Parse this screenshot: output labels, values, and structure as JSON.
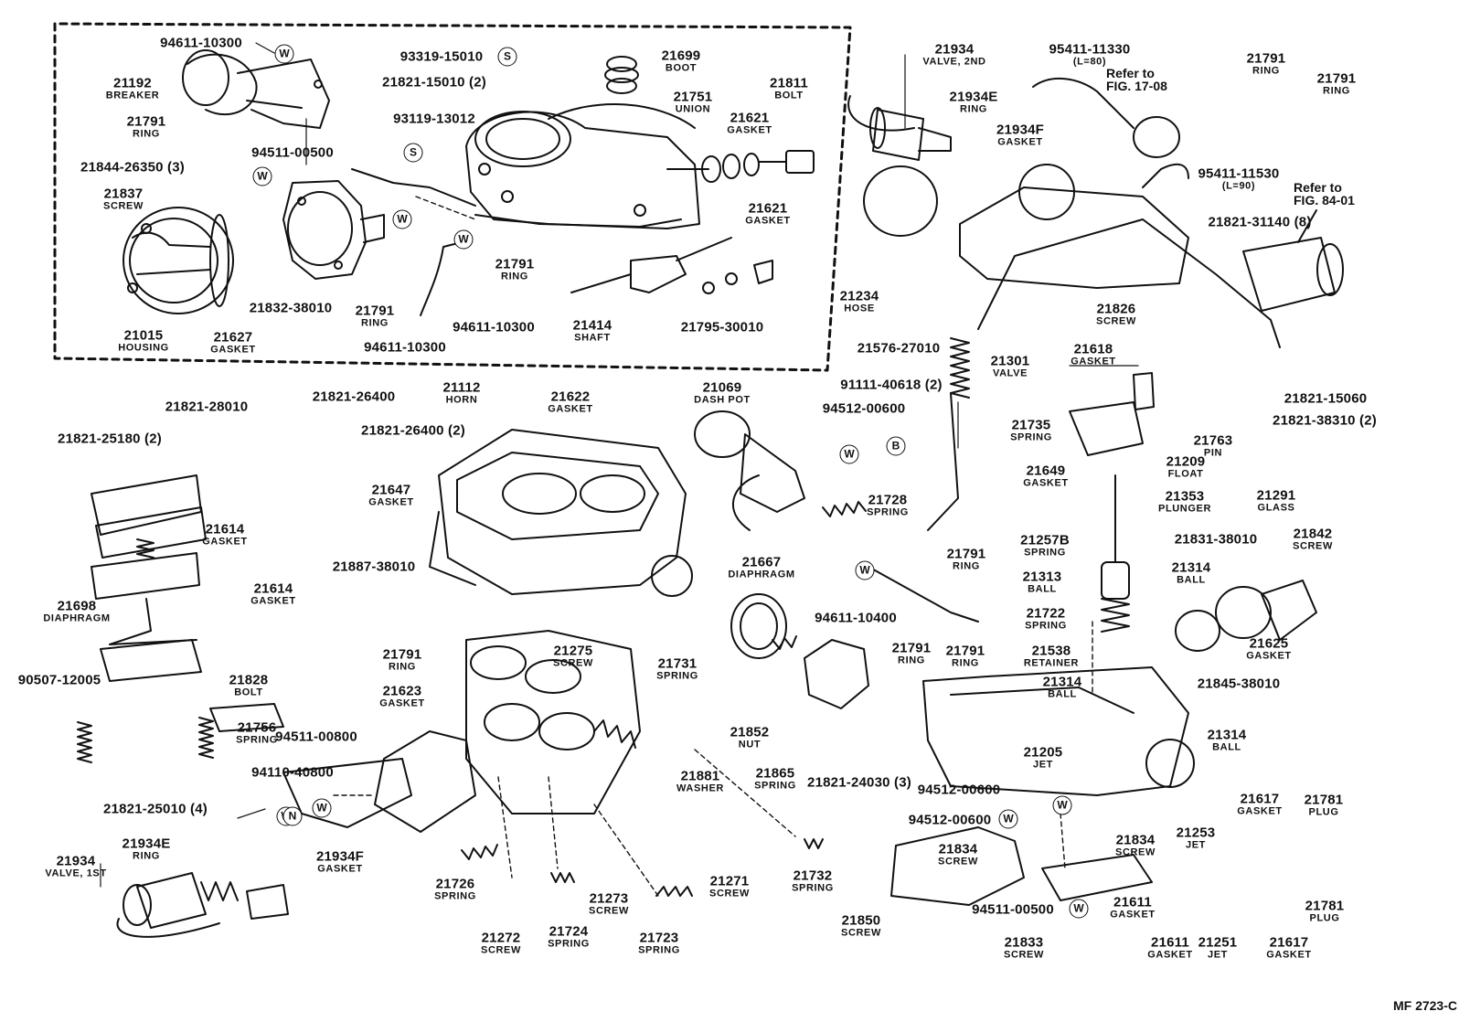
{
  "figure_code": "MF 2723-C",
  "refs": [
    {
      "id": "ref1",
      "text1": "Refer to",
      "text2": "FIG. 17-08"
    },
    {
      "id": "ref2",
      "text1": "Refer to",
      "text2": "FIG. 84-01"
    }
  ],
  "marks": [
    "W",
    "S",
    "S",
    "W",
    "W",
    "W",
    "W",
    "W",
    "B",
    "W",
    "W",
    "W",
    "W",
    "W",
    "N"
  ],
  "labels": [
    {
      "n": "94611-10300",
      "t": ""
    },
    {
      "n": "21192",
      "t": "BREAKER"
    },
    {
      "n": "21791",
      "t": "RING"
    },
    {
      "n": "94511-00500",
      "t": ""
    },
    {
      "n": "21844-26350 (3)",
      "t": ""
    },
    {
      "n": "21837",
      "t": "SCREW"
    },
    {
      "n": "21832-38010",
      "t": ""
    },
    {
      "n": "21015",
      "t": "HOUSING"
    },
    {
      "n": "21627",
      "t": "GASKET"
    },
    {
      "n": "21791",
      "t": "RING"
    },
    {
      "n": "94611-10300",
      "t": ""
    },
    {
      "n": "93319-15010",
      "t": ""
    },
    {
      "n": "21821-15010 (2)",
      "t": ""
    },
    {
      "n": "93119-13012",
      "t": ""
    },
    {
      "n": "21699",
      "t": "BOOT"
    },
    {
      "n": "21751",
      "t": "UNION"
    },
    {
      "n": "21811",
      "t": "BOLT"
    },
    {
      "n": "21621",
      "t": "GASKET"
    },
    {
      "n": "21621",
      "t": "GASKET"
    },
    {
      "n": "21791",
      "t": "RING"
    },
    {
      "n": "94611-10300",
      "t": ""
    },
    {
      "n": "21414",
      "t": "SHAFT"
    },
    {
      "n": "21795-30010",
      "t": ""
    },
    {
      "n": "21112",
      "t": "HORN"
    },
    {
      "n": "21934",
      "t": "VALVE, 2ND"
    },
    {
      "n": "21934E",
      "t": "RING"
    },
    {
      "n": "21934F",
      "t": "GASKET"
    },
    {
      "n": "95411-11330",
      "t": "(L=80)"
    },
    {
      "n": "21791",
      "t": "RING"
    },
    {
      "n": "21791",
      "t": "RING"
    },
    {
      "n": "95411-11530",
      "t": "(L=90)"
    },
    {
      "n": "21821-31140 (8)",
      "t": ""
    },
    {
      "n": "21234",
      "t": "HOSE"
    },
    {
      "n": "21826",
      "t": "SCREW"
    },
    {
      "n": "21576-27010",
      "t": ""
    },
    {
      "n": "21301",
      "t": "VALVE"
    },
    {
      "n": "21618",
      "t": "GASKET"
    },
    {
      "n": "21821-15060",
      "t": ""
    },
    {
      "n": "21821-38310 (2)",
      "t": ""
    },
    {
      "n": "21763",
      "t": "PIN"
    },
    {
      "n": "21209",
      "t": "FLOAT"
    },
    {
      "n": "91111-40618 (2)",
      "t": ""
    },
    {
      "n": "21735",
      "t": "SPRING"
    },
    {
      "n": "21821-28010",
      "t": ""
    },
    {
      "n": "21821-26400",
      "t": ""
    },
    {
      "n": "21821-26400 (2)",
      "t": ""
    },
    {
      "n": "21821-25180 (2)",
      "t": ""
    },
    {
      "n": "21622",
      "t": "GASKET"
    },
    {
      "n": "21069",
      "t": "DASH POT"
    },
    {
      "n": "94512-00600",
      "t": ""
    },
    {
      "n": "21649",
      "t": "GASKET"
    },
    {
      "n": "21353",
      "t": "PLUNGER"
    },
    {
      "n": "21291",
      "t": "GLASS"
    },
    {
      "n": "21647",
      "t": "GASKET"
    },
    {
      "n": "21614",
      "t": "GASKET"
    },
    {
      "n": "21614",
      "t": "GASKET"
    },
    {
      "n": "21887-38010",
      "t": ""
    },
    {
      "n": "21728",
      "t": "SPRING"
    },
    {
      "n": "21257B",
      "t": "SPRING"
    },
    {
      "n": "21831-38010",
      "t": ""
    },
    {
      "n": "21842",
      "t": "SCREW"
    },
    {
      "n": "21791",
      "t": "RING"
    },
    {
      "n": "21314",
      "t": "BALL"
    },
    {
      "n": "21313",
      "t": "BALL"
    },
    {
      "n": "21667",
      "t": "DIAPHRAGM"
    },
    {
      "n": "21698",
      "t": "DIAPHRAGM"
    },
    {
      "n": "21722",
      "t": "SPRING"
    },
    {
      "n": "94611-10400",
      "t": ""
    },
    {
      "n": "21625",
      "t": "GASKET"
    },
    {
      "n": "21791",
      "t": "RING"
    },
    {
      "n": "21275",
      "t": "SCREW"
    },
    {
      "n": "21731",
      "t": "SPRING"
    },
    {
      "n": "21791",
      "t": "RING"
    },
    {
      "n": "21791",
      "t": "RING"
    },
    {
      "n": "21538",
      "t": "RETAINER"
    },
    {
      "n": "90507-12005",
      "t": ""
    },
    {
      "n": "21828",
      "t": "BOLT"
    },
    {
      "n": "21623",
      "t": "GASKET"
    },
    {
      "n": "21845-38010",
      "t": ""
    },
    {
      "n": "21314",
      "t": "BALL"
    },
    {
      "n": "21756",
      "t": "SPRING"
    },
    {
      "n": "94511-00800",
      "t": ""
    },
    {
      "n": "21852",
      "t": "NUT"
    },
    {
      "n": "21314",
      "t": "BALL"
    },
    {
      "n": "21205",
      "t": "JET"
    },
    {
      "n": "94110-40800",
      "t": ""
    },
    {
      "n": "21881",
      "t": "WASHER"
    },
    {
      "n": "21865",
      "t": "SPRING"
    },
    {
      "n": "21821-24030 (3)",
      "t": ""
    },
    {
      "n": "21821-25010 (4)",
      "t": ""
    },
    {
      "n": "94512-00600",
      "t": ""
    },
    {
      "n": "21617",
      "t": "GASKET"
    },
    {
      "n": "21781",
      "t": "PLUG"
    },
    {
      "n": "94512-00600",
      "t": ""
    },
    {
      "n": "21834",
      "t": "SCREW"
    },
    {
      "n": "21834",
      "t": "SCREW"
    },
    {
      "n": "21253",
      "t": "JET"
    },
    {
      "n": "21934E",
      "t": "RING"
    },
    {
      "n": "21934F",
      "t": "GASKET"
    },
    {
      "n": "21934",
      "t": "VALVE, 1ST"
    },
    {
      "n": "21726",
      "t": "SPRING"
    },
    {
      "n": "21724",
      "t": "SPRING"
    },
    {
      "n": "21273",
      "t": "SCREW"
    },
    {
      "n": "21271",
      "t": "SCREW"
    },
    {
      "n": "21732",
      "t": "SPRING"
    },
    {
      "n": "21611",
      "t": "GASKET"
    },
    {
      "n": "21781",
      "t": "PLUG"
    },
    {
      "n": "94511-00500",
      "t": ""
    },
    {
      "n": "21272",
      "t": "SCREW"
    },
    {
      "n": "21723",
      "t": "SPRING"
    },
    {
      "n": "21850",
      "t": "SCREW"
    },
    {
      "n": "21833",
      "t": "SCREW"
    },
    {
      "n": "21611",
      "t": "GASKET"
    },
    {
      "n": "21251",
      "t": "JET"
    },
    {
      "n": "21617",
      "t": "GASKET"
    }
  ]
}
